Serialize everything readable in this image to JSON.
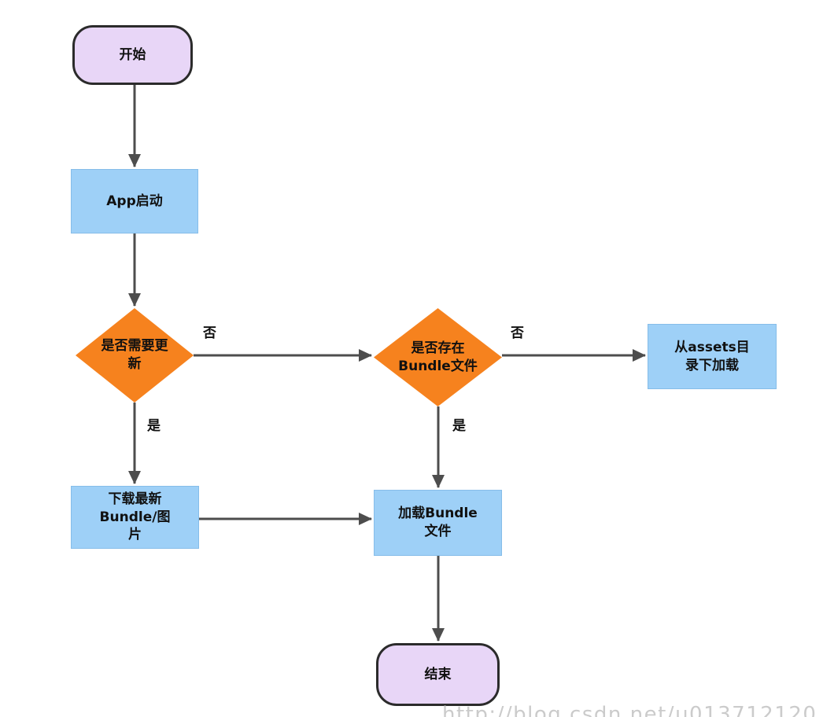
{
  "diagram": {
    "type": "flowchart",
    "nodes": {
      "start": {
        "label": "开始",
        "shape": "terminal"
      },
      "app_launch": {
        "label": "App启动",
        "shape": "process"
      },
      "need_update": {
        "label": "是否需要更\n新",
        "shape": "decision"
      },
      "bundle_exists": {
        "label": "是否存在\nBundle文件",
        "shape": "decision"
      },
      "load_from_assets": {
        "label": "从assets目\n录下加载",
        "shape": "process"
      },
      "download_bundle": {
        "label": "下载最新\nBundle/图\n片",
        "shape": "process"
      },
      "load_bundle": {
        "label": "加载Bundle\n文件",
        "shape": "process"
      },
      "end": {
        "label": "结束",
        "shape": "terminal"
      }
    },
    "edges": {
      "start_to_app_launch": {
        "label": ""
      },
      "app_launch_to_need_update": {
        "label": ""
      },
      "need_update_to_bundle_exists": {
        "label": "否"
      },
      "need_update_to_download": {
        "label": "是"
      },
      "bundle_exists_to_assets": {
        "label": "否"
      },
      "bundle_exists_to_load": {
        "label": "是"
      },
      "download_to_load": {
        "label": ""
      },
      "load_to_end": {
        "label": ""
      }
    },
    "colors": {
      "terminal_fill": "#e8d6f7",
      "terminal_border": "#2b2b2b",
      "process_fill": "#9ed0f7",
      "decision_fill": "#f6821e",
      "arrow": "#4d4d4d",
      "text": "#111111",
      "watermark_text": "#cbcbcb"
    },
    "watermark": "http://blog.csdn.net/u013712120"
  }
}
